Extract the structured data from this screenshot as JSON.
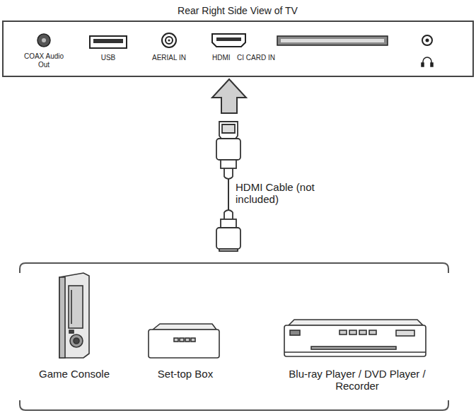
{
  "diagram": {
    "title": "Rear Right Side View of TV",
    "labels": [
      "COAX Audio Out",
      "USB",
      "AERIAL IN",
      "HDMI",
      "CI CARD IN",
      "HDMI Cable (not included)",
      "Game Console",
      "Set-top Box",
      "Blu-ray Player / DVD Player / Recorder"
    ]
  }
}
